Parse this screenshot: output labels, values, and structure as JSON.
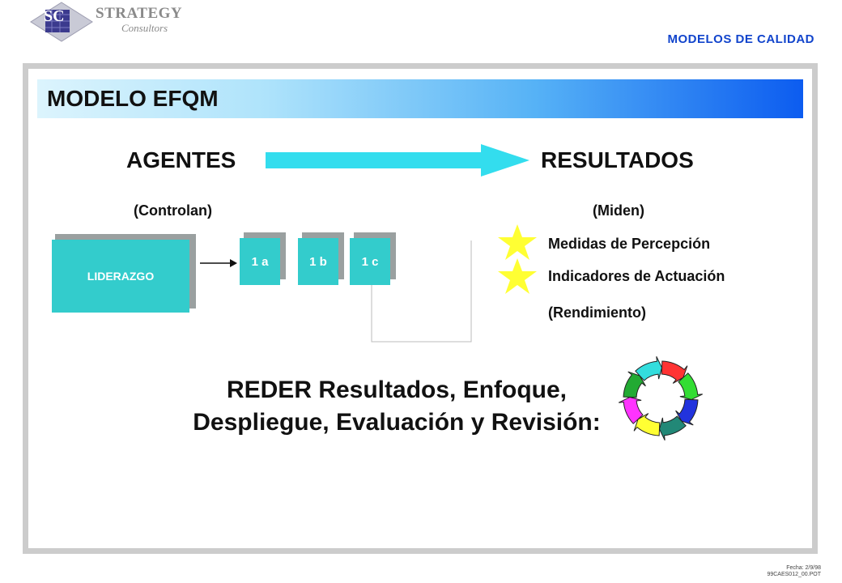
{
  "header": {
    "logo_mark": "SC",
    "logo_name": "STRATEGY",
    "logo_sub": "Consultors",
    "section_title": "MODELOS DE CALIDAD"
  },
  "slide": {
    "title": "MODELO EFQM",
    "agentes": "AGENTES",
    "resultados": "RESULTADOS",
    "controlan": "(Controlan)",
    "miden": "(Miden)",
    "liderazgo": "LIDERAZGO",
    "sub_boxes": [
      "1 a",
      "1 b",
      "1 c"
    ],
    "result_items": [
      "Medidas de Percepción",
      "Indicadores de Actuación"
    ],
    "rendimiento": "(Rendimiento)",
    "reder_line1": "REDER Resultados, Enfoque,",
    "reder_line2": "Despliegue, Evaluación y Revisión:"
  },
  "footer": {
    "fecha": "Fecha: 2/9/98",
    "code": "99CAES012_00.POT"
  },
  "colors": {
    "title_blue": "#1144cc",
    "box_teal": "#33cccc",
    "star_yellow": "#ffff33",
    "arrow_cyan": "#33ddee",
    "frame_gray": "#cccccc"
  },
  "icons": {
    "arrow": "right-arrow-icon",
    "star": "star-icon",
    "cycle": "reder-cycle-icon"
  }
}
